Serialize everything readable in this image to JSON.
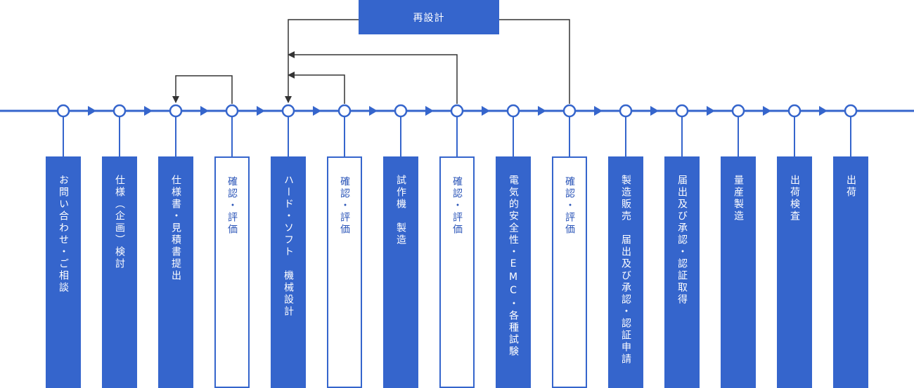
{
  "redesign_label": "再設計",
  "colors": {
    "primary": "#3565cc",
    "arrow": "#333333",
    "text_on_primary": "#ffffff"
  },
  "steps": [
    {
      "label": "お問い合わせ・ご相談",
      "style": "filled"
    },
    {
      "label": "仕様（企画）検討",
      "style": "filled"
    },
    {
      "label": "仕様書・見積書提出",
      "style": "filled"
    },
    {
      "label": "確認・評価",
      "style": "outline"
    },
    {
      "label": "ハード・ソフト　機械設計",
      "style": "filled"
    },
    {
      "label": "確認・評価",
      "style": "outline"
    },
    {
      "label": "試作機　製造",
      "style": "filled"
    },
    {
      "label": "確認・評価",
      "style": "outline"
    },
    {
      "label": "電気的安全性・EMC・各種試験",
      "style": "filled"
    },
    {
      "label": "確認・評価",
      "style": "outline"
    },
    {
      "label": "製造販売　届出及び承認・認証申請",
      "style": "filled"
    },
    {
      "label": "届出及び承認・認証取得",
      "style": "filled"
    },
    {
      "label": "量産製造",
      "style": "filled"
    },
    {
      "label": "出荷検査",
      "style": "filled"
    },
    {
      "label": "出荷",
      "style": "filled"
    }
  ],
  "feedback_loops": [
    {
      "from": "確認・評価",
      "to": "仕様書・見積書提出"
    },
    {
      "from": "確認・評価",
      "to": "ハード・ソフト　機械設計"
    },
    {
      "from": "確認・評価",
      "to": "ハード・ソフト　機械設計"
    },
    {
      "from": "確認・評価",
      "to": "再設計"
    }
  ]
}
